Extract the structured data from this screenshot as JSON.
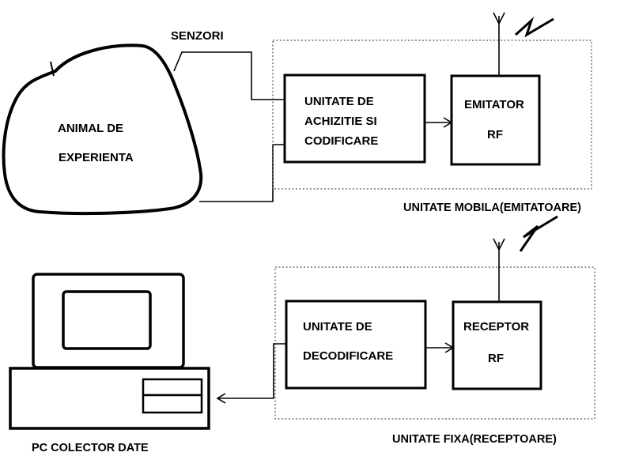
{
  "labels": {
    "senzori": "SENZORI",
    "animal_line1": "ANIMAL DE",
    "animal_line2": "EXPERIENTA",
    "acq_line1": "UNITATE DE",
    "acq_line2": "ACHIZITIE SI",
    "acq_line3": "CODIFICARE",
    "emit_line1": "EMITATOR",
    "emit_line2": "RF",
    "mobile_unit": "UNITATE MOBILA(EMITATOARE)",
    "dec_line1": "UNITATE DE",
    "dec_line2": "DECODIFICARE",
    "rec_line1": "RECEPTOR",
    "rec_line2": "RF",
    "fixed_unit": "UNITATE FIXA(RECEPTOARE)",
    "pc": "PC COLECTOR DATE"
  }
}
